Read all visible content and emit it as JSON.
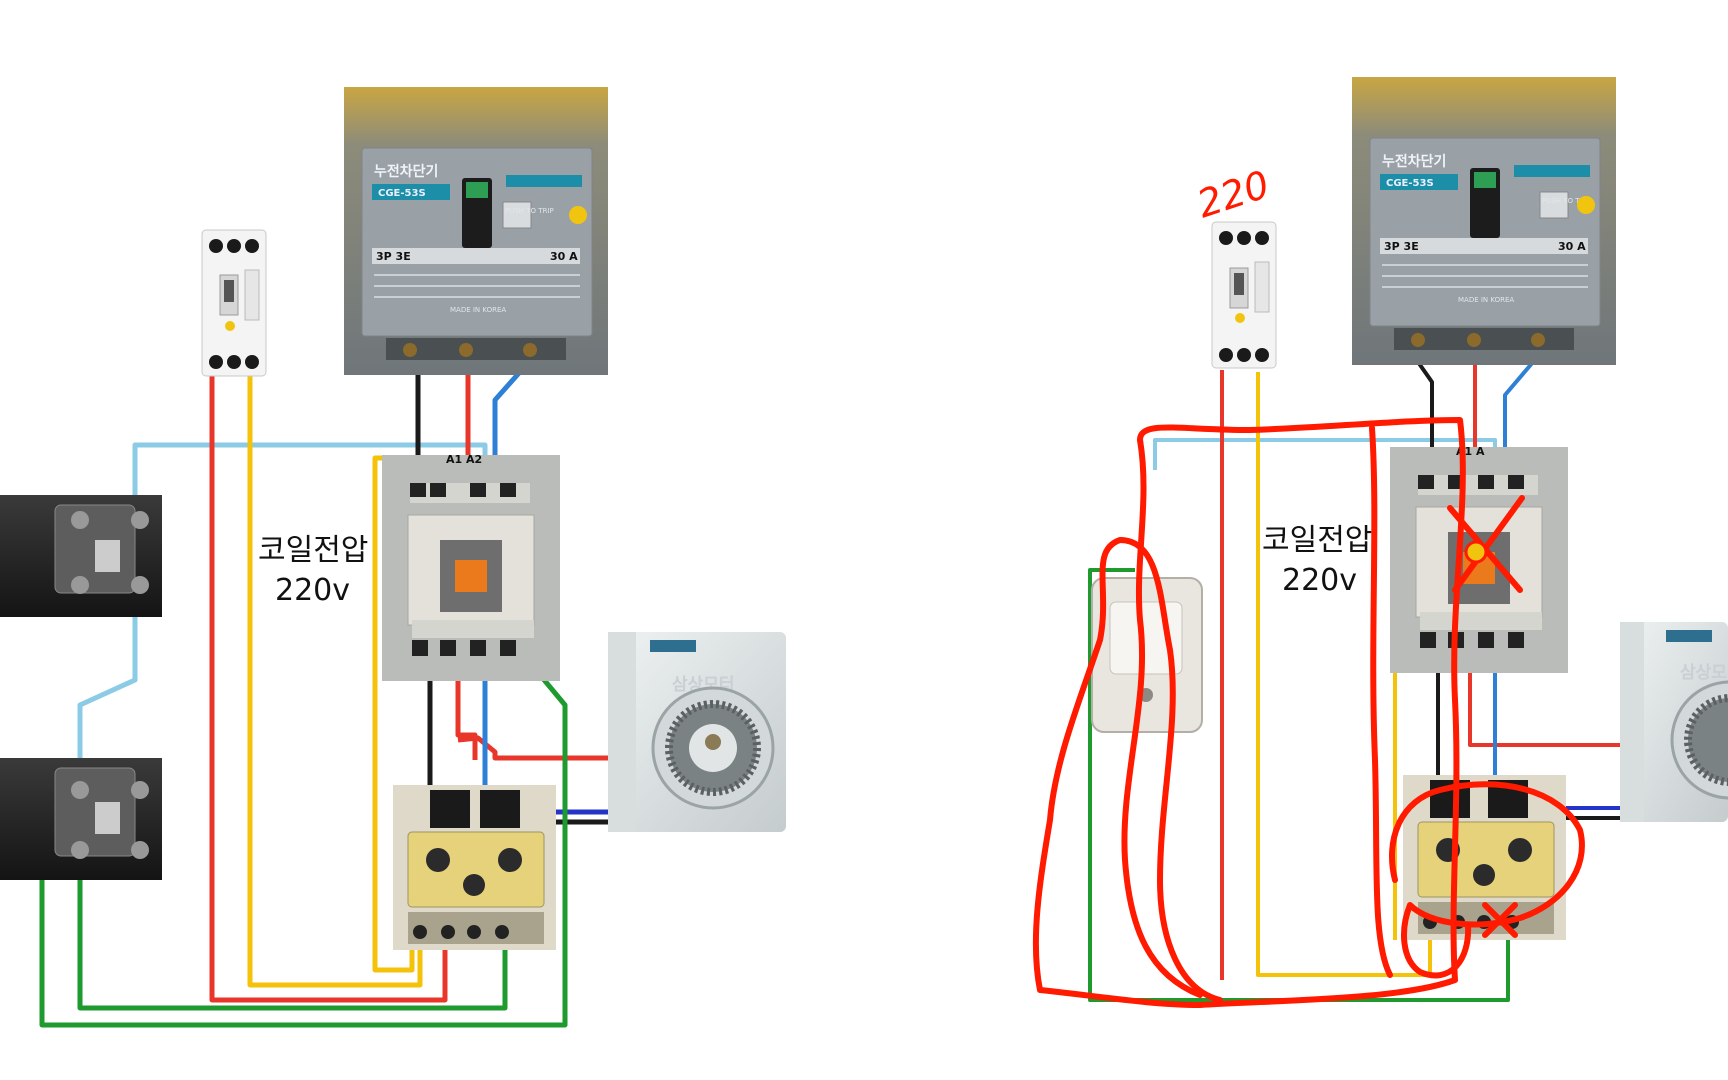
{
  "left_diagram": {
    "coil_label": "코일전압",
    "coil_value": "220v",
    "contactor_terminals": "A1 A2",
    "breaker": {
      "name": "누전차단기",
      "model": "CGE-53S",
      "pole": "3P 3E",
      "current": "30 A",
      "origin": "MADE IN KOREA",
      "button": "PUSH TO TRIP"
    },
    "motor_label": "삼상모터"
  },
  "right_diagram": {
    "annotation": "220",
    "coil_label": "코일전압",
    "coil_value": "220v",
    "contactor_terminals": "A1 A",
    "breaker": {
      "name": "누전차단기",
      "model": "CGE-53S",
      "pole": "3P 3E",
      "current": "30 A",
      "origin": "MADE IN KOREA",
      "button": "PUSH TO TRIP"
    },
    "motor_label": "삼상모"
  },
  "colors": {
    "wire_red": "#e8372a",
    "wire_yellow": "#f5c20a",
    "wire_black": "#1a1a1a",
    "wire_blue": "#2e7fd6",
    "wire_lightblue": "#8ccbe6",
    "wire_green": "#1e9a2e",
    "wire_navy": "#2433c8",
    "marker_red": "#ff1a00",
    "breaker_body": "#9aa1a6",
    "breaker_label": "#1d8ea8"
  }
}
